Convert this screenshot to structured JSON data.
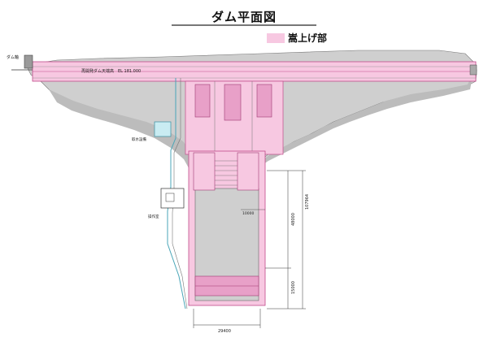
{
  "title": "ダム平面図",
  "legend": {
    "label": "嵩上げ部",
    "color": "#f7c8e1"
  },
  "labels": {
    "dam_axis": "ダム軸",
    "crest": "再開発ダム天端高　EL 181.000",
    "intake": "取水設備",
    "gate_house": "操作室"
  },
  "dimensions": {
    "total_length": "107964",
    "upper_section": "48000",
    "lower_section": "15000",
    "spillway_width": "10000",
    "bottom_width": "29400"
  },
  "colors": {
    "concrete": "#cfcfcf",
    "concrete_dark": "#bcbcbc",
    "raise": "#f7c8e1",
    "raise_edge": "#c04a8a",
    "structure_blue": "#c9ecf2",
    "line": "#555555"
  }
}
